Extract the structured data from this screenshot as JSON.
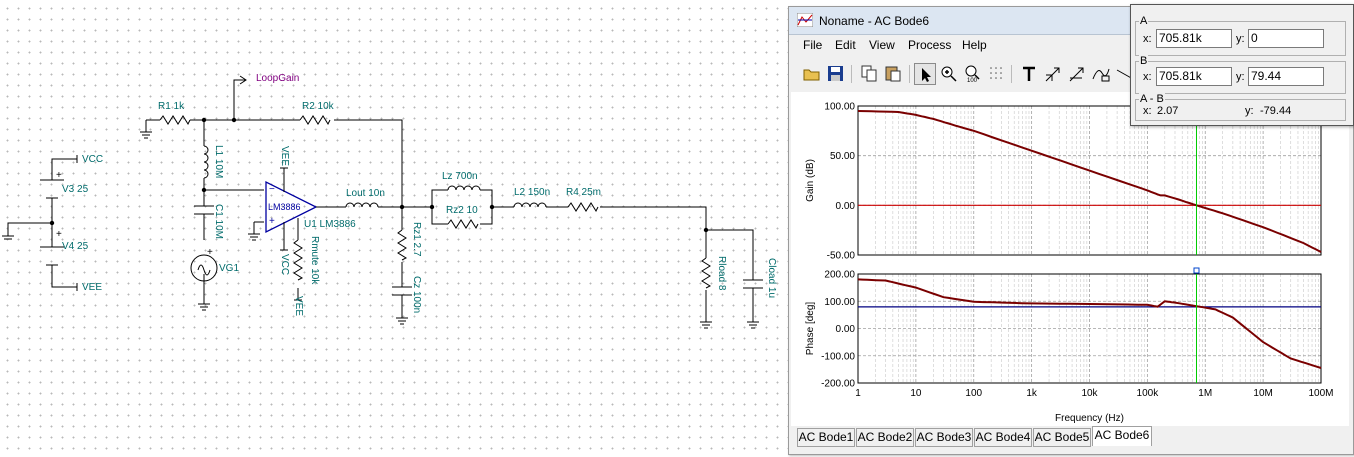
{
  "schematic": {
    "labels": {
      "vcc_left": "VCC",
      "vee_left": "VEE",
      "v3": "V3 25",
      "v4": "V4 25",
      "plus1": "+",
      "plus2": "+",
      "loopgain": "LoopGain",
      "r1": "R1 1k",
      "r2": "R2 10k",
      "l1": "L1 10M",
      "c1": "C1 10M",
      "vg1": "VG1",
      "vg1_plus": "+",
      "vee_top": "VEE",
      "vcc_bottom": "VCC",
      "vee_bottom": "VEE",
      "opamp": "LM3886",
      "opamp_minus": "−",
      "opamp_plus": "+",
      "u1": "U1 LM3886",
      "rmute": "Rmute 10k",
      "lout": "Lout 10n",
      "rz1": "Rz1 2.7",
      "cz": "Cz 100n",
      "lz": "Lz 700n",
      "rz2": "Rz2 10",
      "l2": "L2 150n",
      "r4": "R4 25m",
      "rload": "Rload 8",
      "cload": "Cload 1u"
    }
  },
  "window": {
    "title": "Noname - AC Bode6",
    "menu": [
      "File",
      "Edit",
      "View",
      "Process",
      "Help"
    ],
    "toolbar_icons": [
      "open-folder-icon",
      "save-disk-icon",
      "copy-icon",
      "paste-icon",
      "pointer-icon",
      "zoom-in-icon",
      "zoom-100-icon",
      "grid-icon",
      "text-icon",
      "arrow-tool-icon",
      "arrow-tool-2-icon",
      "curve-icon",
      "line-icon"
    ],
    "tabs": [
      "AC Bode1",
      "AC Bode2",
      "AC Bode3",
      "AC Bode4",
      "AC Bode5",
      "AC Bode6"
    ],
    "active_tab": "AC Bode6"
  },
  "cursors": {
    "a": {
      "title": "A",
      "x_label": "x:",
      "x": "705.81k",
      "y_label": "y:",
      "y": "0"
    },
    "b": {
      "title": "B",
      "x_label": "x:",
      "x": "705.81k",
      "y_label": "y:",
      "y": "79.44"
    },
    "diff": {
      "title": "A - B",
      "x_label": "x:",
      "x": "2.07",
      "y_label": "y:",
      "y": "-79.44"
    }
  },
  "colors": {
    "trace": "#7a0000",
    "cursor": "#00cc00",
    "ref_gain": "#cc0000",
    "ref_phase": "#000080",
    "net": "#000000",
    "component": "#006b6b",
    "opamp": "#0000a0"
  },
  "chart_data": [
    {
      "type": "line",
      "title": "",
      "xlabel": "Frequency (Hz)",
      "ylabel": "Gain (dB)",
      "xscale": "log",
      "xlim": [
        1,
        100000000
      ],
      "ylim": [
        -50,
        100
      ],
      "x_ticks": [
        "1",
        "10",
        "100",
        "1k",
        "10k",
        "100k",
        "1M",
        "10M",
        "100M"
      ],
      "y_ticks": [
        "100.00",
        "50.00",
        "0.00",
        "-50.00"
      ],
      "grid": true,
      "series": [
        {
          "x": [
            1,
            5,
            10,
            20,
            50,
            100,
            1000,
            10000,
            100000,
            150000,
            170000,
            200000,
            300000,
            705810,
            2000000,
            10000000,
            50000000,
            100000000
          ],
          "y": [
            95,
            94,
            91,
            87,
            80,
            75,
            55,
            35,
            15,
            11,
            10,
            10,
            7,
            0,
            -8,
            -22,
            -38,
            -47
          ]
        }
      ],
      "reference_line": 0,
      "cursor_x": 705810
    },
    {
      "type": "line",
      "title": "",
      "xlabel": "Frequency (Hz)",
      "ylabel": "Phase [deg]",
      "xscale": "log",
      "xlim": [
        1,
        100000000
      ],
      "ylim": [
        -200,
        200
      ],
      "x_ticks": [
        "1",
        "10",
        "100",
        "1k",
        "10k",
        "100k",
        "1M",
        "10M",
        "100M"
      ],
      "y_ticks": [
        "200.00",
        "100.00",
        "0.00",
        "-100.00",
        "-200.00"
      ],
      "grid": true,
      "series": [
        {
          "x": [
            1,
            3,
            10,
            30,
            100,
            1000,
            10000,
            100000,
            150000,
            200000,
            300000,
            705810,
            1500000,
            3000000,
            10000000,
            30000000,
            100000000
          ],
          "y": [
            180,
            176,
            150,
            115,
            98,
            92,
            90,
            87,
            80,
            100,
            95,
            82,
            70,
            40,
            -50,
            -110,
            -145
          ]
        }
      ],
      "reference_line": 79.44,
      "cursor_x": 705810
    }
  ]
}
